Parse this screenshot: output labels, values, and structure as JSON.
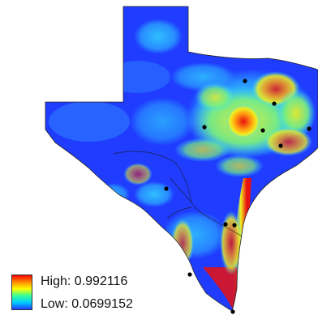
{
  "map": {
    "type": "suitability-raster",
    "region": "Texas",
    "colors": {
      "low": "#1f3cff",
      "mid_low": "#2aa0ff",
      "mid": "#33e0ff",
      "mid_high": "#f0f020",
      "high": "#e81010",
      "border": "#222222",
      "point": "#000000"
    }
  },
  "legend": {
    "high_label": "High: 0.992116",
    "low_label": "Low: 0.0699152",
    "gradient": [
      "#ff0000",
      "#ff8c00",
      "#ffff00",
      "#33ff99",
      "#00ccff",
      "#1f3cff"
    ]
  }
}
